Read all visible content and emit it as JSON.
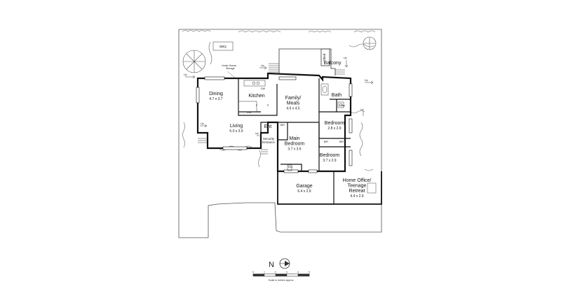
{
  "rooms": [
    {
      "key": "balcony",
      "name": "Balcony",
      "dim": ""
    },
    {
      "key": "shed",
      "name": "Shed",
      "dim": ""
    },
    {
      "key": "dining",
      "name": "Dining",
      "dim": "4.7 x 3.7"
    },
    {
      "key": "kitchen",
      "name": "Kitchen",
      "dim": ""
    },
    {
      "key": "family",
      "name": "Family/\nMeals",
      "dim": "4.6 x 4.5"
    },
    {
      "key": "bath",
      "name": "Bath",
      "dim": ""
    },
    {
      "key": "ldry",
      "name": "L'dry",
      "dim": ""
    },
    {
      "key": "bedroom1",
      "name": "Bedroom",
      "dim": "2.8 x 2.9"
    },
    {
      "key": "living",
      "name": "Living",
      "dim": "5.0 x 3.9"
    },
    {
      "key": "ent",
      "name": "Ent",
      "dim": ""
    },
    {
      "key": "security",
      "name": "Security\nEntrance",
      "dim": ""
    },
    {
      "key": "mainbed",
      "name": "Main\nBedroom",
      "dim": "3.7 x 3.6"
    },
    {
      "key": "bedroom2",
      "name": "Bedroom",
      "dim": "3.7 x 2.9"
    },
    {
      "key": "ens",
      "name": "Ens",
      "dim": ""
    },
    {
      "key": "garage",
      "name": "Garage",
      "dim": "6.4 x 2.9"
    },
    {
      "key": "office",
      "name": "Home Office/\nTeenage\nRetreat",
      "dim": "4.4 x 2.9"
    }
  ],
  "labels": {
    "bbq": "BBQ",
    "under_house": "Under House\nStorage",
    "dw": "DW",
    "unit": "Unit",
    "fridge": "F",
    "pantry": "P",
    "bir_main": "BIR",
    "bir_a": "BIR",
    "bir_b": "BIR",
    "up": "Up"
  },
  "compass": {
    "letter": "N"
  },
  "scale": {
    "ticks": [
      "0",
      "1",
      "2",
      "3",
      "4",
      "5"
    ],
    "caption": "Scale in metres approx."
  }
}
